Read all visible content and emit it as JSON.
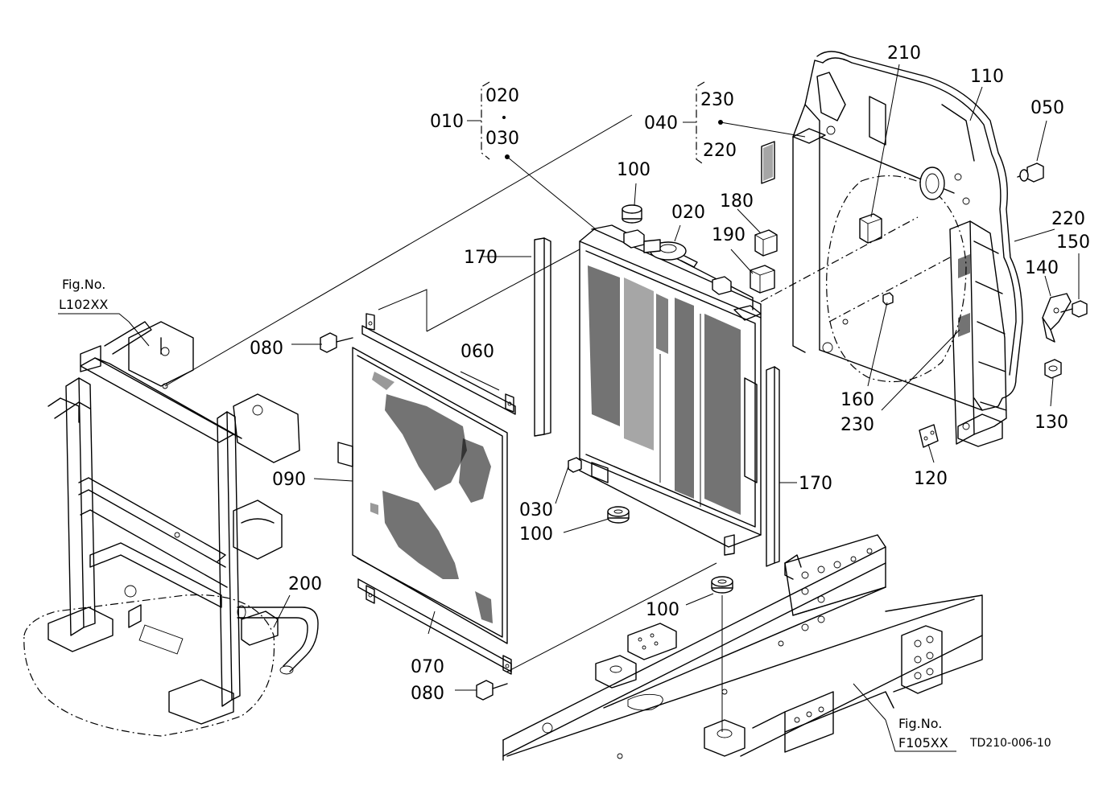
{
  "callouts": {
    "c010": "010",
    "c020_top": "020",
    "c030_top": "030",
    "c040": "040",
    "c230_top": "230",
    "c220_top": "220",
    "c210": "210",
    "c110": "110",
    "c050": "050",
    "c100_top": "100",
    "c020_cap": "020",
    "c180": "180",
    "c190": "190",
    "c220_right": "220",
    "c150": "150",
    "c140": "140",
    "c170_left": "170",
    "c170_right": "170",
    "c080_top": "080",
    "c060": "060",
    "c090": "090",
    "c030_drain": "030",
    "c100_mid": "100",
    "c100_low": "100",
    "c160": "160",
    "c230_bottom": "230",
    "c130": "130",
    "c120": "120",
    "c200": "200",
    "c070": "070",
    "c080_bottom": "080"
  },
  "references": {
    "fig_left_title": "Fig.No.",
    "fig_left_code": "L102XX",
    "fig_right_title": "Fig.No.",
    "fig_right_code": "F105XX"
  },
  "drawing_code": "TD210-006-10"
}
